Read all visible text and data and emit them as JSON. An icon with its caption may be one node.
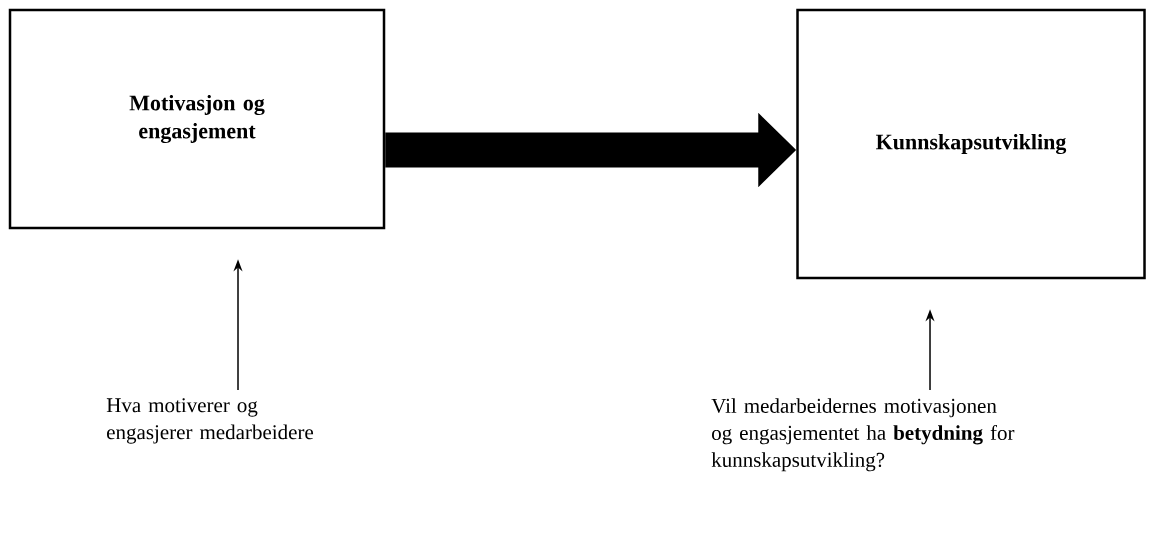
{
  "diagram": {
    "nodes": [
      {
        "text": [
          "Motivasjon og engasjement"
        ]
      },
      {
        "text": [
          "Kunnskapsutvikling"
        ]
      },
      {
        "text": [
          "Hva motiverer og engasjerer medarbeidere"
        ]
      },
      {
        "text": [
          "Vil medarbeidernes motivasjonen og engasjementet ha **betydning** for kunnskapsutvikling?"
        ]
      }
    ],
    "edges": [
      {
        "from": 0,
        "to": 1,
        "arrow": "to",
        "style": "thick"
      },
      {
        "from": 2,
        "to": 0,
        "arrow": "to"
      },
      {
        "from": 3,
        "to": 1,
        "arrow": "to"
      }
    ]
  }
}
